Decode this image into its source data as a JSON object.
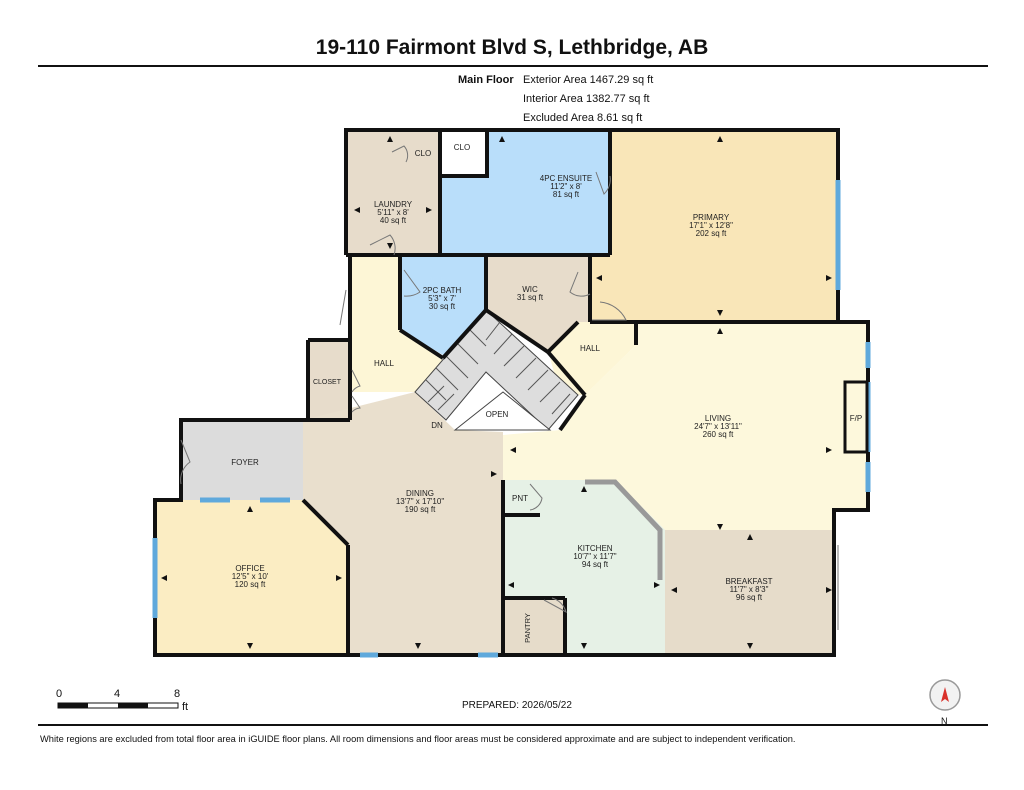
{
  "header": {
    "title": "19-110 Fairmont Blvd S, Lethbridge, AB"
  },
  "areas": {
    "floor_label": "Main Floor",
    "exterior": "Exterior Area 1467.29 sq ft",
    "interior": "Interior Area 1382.77 sq ft",
    "excluded": "Excluded Area 8.61 sq ft"
  },
  "rooms": {
    "laundry": {
      "name": "LAUNDRY",
      "dims": "5'11\" x 8'",
      "area": "40 sq ft"
    },
    "clo1": {
      "name": "CLO"
    },
    "clo2": {
      "name": "CLO"
    },
    "ensuite": {
      "name": "4PC ENSUITE",
      "dims": "11'2\" x 8'",
      "area": "81 sq ft"
    },
    "primary": {
      "name": "PRIMARY",
      "dims": "17'1\" x 12'8\"",
      "area": "202 sq ft"
    },
    "bath2": {
      "name": "2PC BATH",
      "dims": "5'3\" x 7'",
      "area": "30 sq ft"
    },
    "wic": {
      "name": "WIC",
      "area": "31 sq ft"
    },
    "hall1": {
      "name": "HALL"
    },
    "hall2": {
      "name": "HALL"
    },
    "closet": {
      "name": "CLOSET"
    },
    "open": {
      "name": "OPEN"
    },
    "dn": {
      "name": "DN"
    },
    "foyer": {
      "name": "FOYER"
    },
    "living": {
      "name": "LIVING",
      "dims": "24'7\" x 13'11\"",
      "area": "260 sq ft"
    },
    "fp": {
      "name": "F/P"
    },
    "dining": {
      "name": "DINING",
      "dims": "13'7\" x 17'10\"",
      "area": "190 sq ft"
    },
    "pnt": {
      "name": "PNT"
    },
    "kitchen": {
      "name": "KITCHEN",
      "dims": "10'7\" x 11'7\"",
      "area": "94 sq ft"
    },
    "breakfast": {
      "name": "BREAKFAST",
      "dims": "11'7\" x 8'3\"",
      "area": "96 sq ft"
    },
    "office": {
      "name": "OFFICE",
      "dims": "12'5\" x 10'",
      "area": "120 sq ft"
    },
    "pantry": {
      "name": "PANTRY"
    }
  },
  "scale": {
    "t0": "0",
    "t1": "4",
    "t2": "8",
    "unit": "ft"
  },
  "prepared": "PREPARED: 2026/05/22",
  "compass": {
    "label": "N"
  },
  "footer": "White regions are excluded from total floor area in iGUIDE floor plans. All room dimensions and floor areas must be considered approximate and are subject to independent verification.",
  "colors": {
    "wall": "#111111",
    "wet": "#b9defa",
    "laundry": "#e7dccb",
    "primary": "#f9e6b8",
    "hall": "#fdf6d6",
    "living": "#fdf8dc",
    "foyer": "#dcdcdc",
    "dining": "#e9dfcd",
    "kitchen": "#e6f1e6",
    "breakfast": "#e6dcca",
    "office": "#fbedc3",
    "window": "#5fa9dc"
  }
}
